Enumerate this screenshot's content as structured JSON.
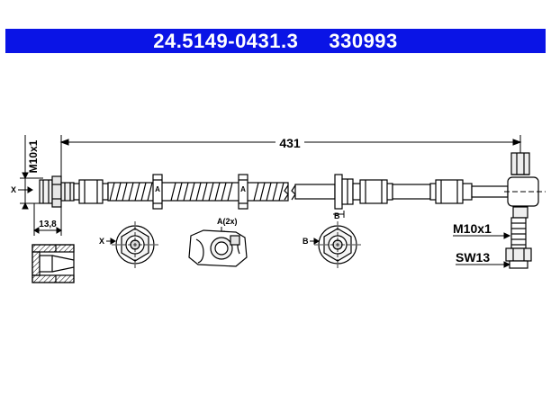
{
  "header": {
    "part_number": "24.5149-0431.3",
    "ref_number": "330993",
    "bar_color": "#0a14e6"
  },
  "dimensions": {
    "length": "431",
    "thread_left": "M10x1",
    "fitting_width": "13,8"
  },
  "markers": {
    "x": "X",
    "a": "A",
    "b": "B",
    "a_count": "A(2x)"
  },
  "right_fitting": {
    "thread": "M10x1",
    "wrench": "SW13"
  }
}
